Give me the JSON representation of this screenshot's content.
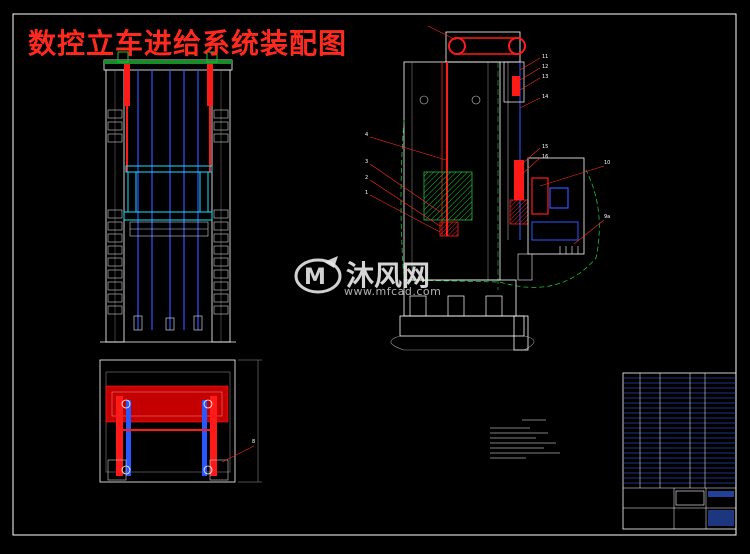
{
  "drawing": {
    "title": "数控立车进给系统装配图",
    "colors": {
      "background": "#000000",
      "frame": "#ffffff",
      "title": "#ff2a1f",
      "part_red": "#ff1a1a",
      "part_blue": "#2b57ff",
      "part_cyan": "#19e0ff",
      "part_green": "#1fbf3a",
      "leader": "#ff2a1f",
      "hatch": "#ff3a3a",
      "title_block": "#3a6bff"
    }
  },
  "watermark": {
    "logo_icon": "mufeng-logo-icon",
    "name": "沐风网",
    "url": "www.mfcad.com"
  }
}
